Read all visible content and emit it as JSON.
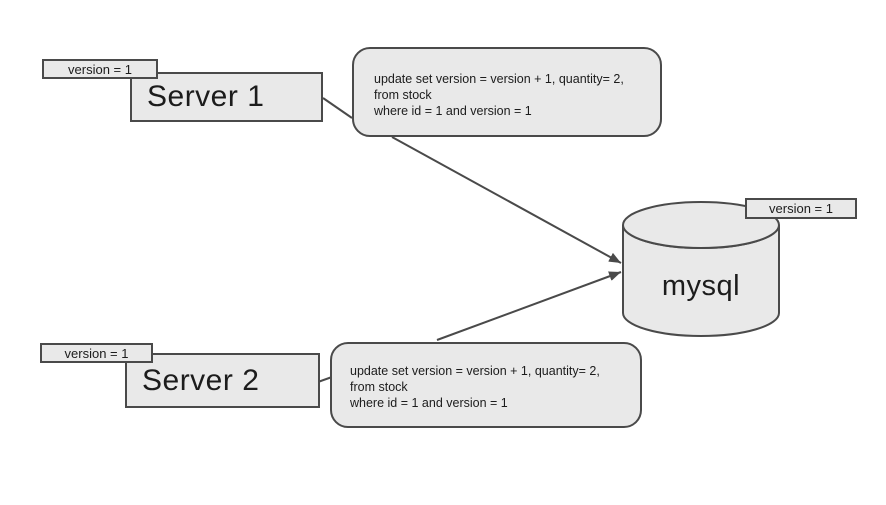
{
  "nodes": {
    "server1": {
      "label": "Server 1",
      "version_tag": "version = 1"
    },
    "server2": {
      "label": "Server 2",
      "version_tag": "version = 1"
    },
    "database": {
      "label": "mysql",
      "version_tag": "version = 1"
    }
  },
  "queries": {
    "query1": {
      "line1": "update set version = version + 1, quantity= 2,",
      "line2": "from stock",
      "line3": "where id = 1 and version = 1"
    },
    "query2": {
      "line1": "update set version = version + 1, quantity= 2,",
      "line2": "from stock",
      "line3": "where id = 1 and version = 1"
    }
  },
  "colors": {
    "node_fill": "#e9e9e9",
    "stroke": "#4a4a4a",
    "background": "#ffffff",
    "text": "#1c1c1c"
  }
}
